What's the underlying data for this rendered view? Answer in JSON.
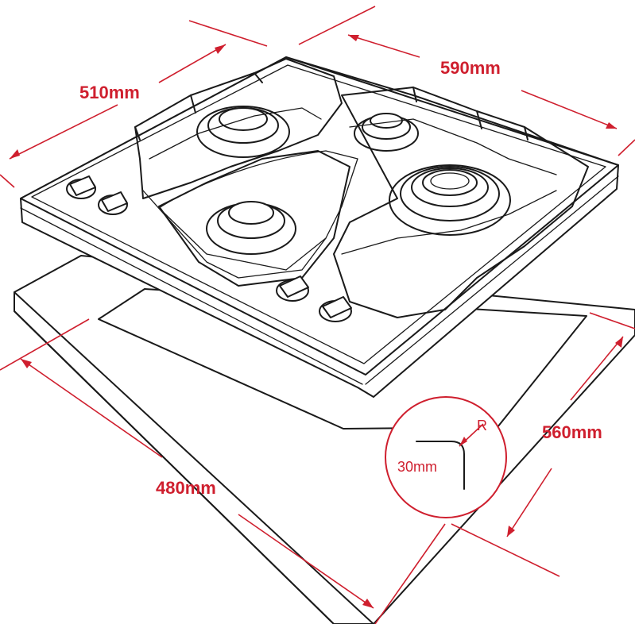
{
  "dimensions": {
    "hob_depth": "510mm",
    "hob_width": "590mm",
    "cutout_depth": "480mm",
    "cutout_width": "560mm"
  },
  "detail": {
    "radius_symbol": "R",
    "radius_value": "30mm"
  },
  "colors": {
    "dimension": "#cf1f2e",
    "outline": "#1a1a1a"
  }
}
